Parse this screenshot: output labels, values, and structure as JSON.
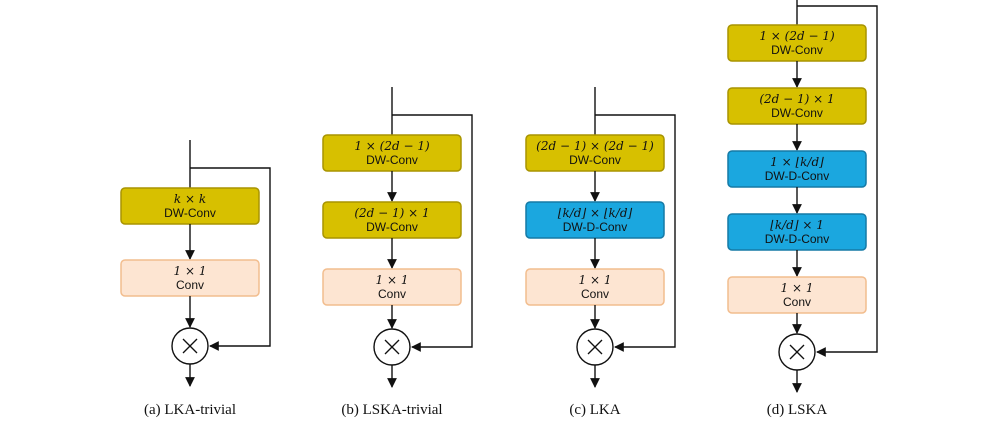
{
  "colors": {
    "dw_conv": "#d7c000",
    "dw_conv_border": "#a89400",
    "dw_d_conv": "#1ba7df",
    "dw_d_conv_border": "#157aa6",
    "conv1x1": "#fde5d2",
    "conv1x1_border": "#f2bd8e",
    "line": "#111111"
  },
  "icons": {
    "multiply": "circled-times-icon"
  },
  "panels": [
    {
      "caption": "(a) LKA-trivial",
      "boxes": [
        {
          "kind": "dw_conv",
          "math": "k × k",
          "label": "DW-Conv"
        },
        {
          "kind": "conv1x1",
          "math": "1 × 1",
          "label": "Conv"
        }
      ]
    },
    {
      "caption": "(b) LSKA-trivial",
      "boxes": [
        {
          "kind": "dw_conv",
          "math": "1 × (2d − 1)",
          "label": "DW-Conv"
        },
        {
          "kind": "dw_conv",
          "math": "(2d − 1) × 1",
          "label": "DW-Conv"
        },
        {
          "kind": "conv1x1",
          "math": "1 × 1",
          "label": "Conv"
        }
      ]
    },
    {
      "caption": "(c) LKA",
      "boxes": [
        {
          "kind": "dw_conv",
          "math": "(2d − 1) × (2d − 1)",
          "label": "DW-Conv"
        },
        {
          "kind": "dw_d_conv",
          "math": "⌊k/d⌋ × ⌊k/d⌋",
          "label": "DW-D-Conv"
        },
        {
          "kind": "conv1x1",
          "math": "1 × 1",
          "label": "Conv"
        }
      ]
    },
    {
      "caption": "(d) LSKA",
      "boxes": [
        {
          "kind": "dw_conv",
          "math": "1 × (2d − 1)",
          "label": "DW-Conv"
        },
        {
          "kind": "dw_conv",
          "math": "(2d − 1) × 1",
          "label": "DW-Conv"
        },
        {
          "kind": "dw_d_conv",
          "math": "1 × ⌊k/d⌋",
          "label": "DW-D-Conv"
        },
        {
          "kind": "dw_d_conv",
          "math": "⌊k/d⌋ × 1",
          "label": "DW-D-Conv"
        },
        {
          "kind": "conv1x1",
          "math": "1 × 1",
          "label": "Conv"
        }
      ]
    }
  ]
}
